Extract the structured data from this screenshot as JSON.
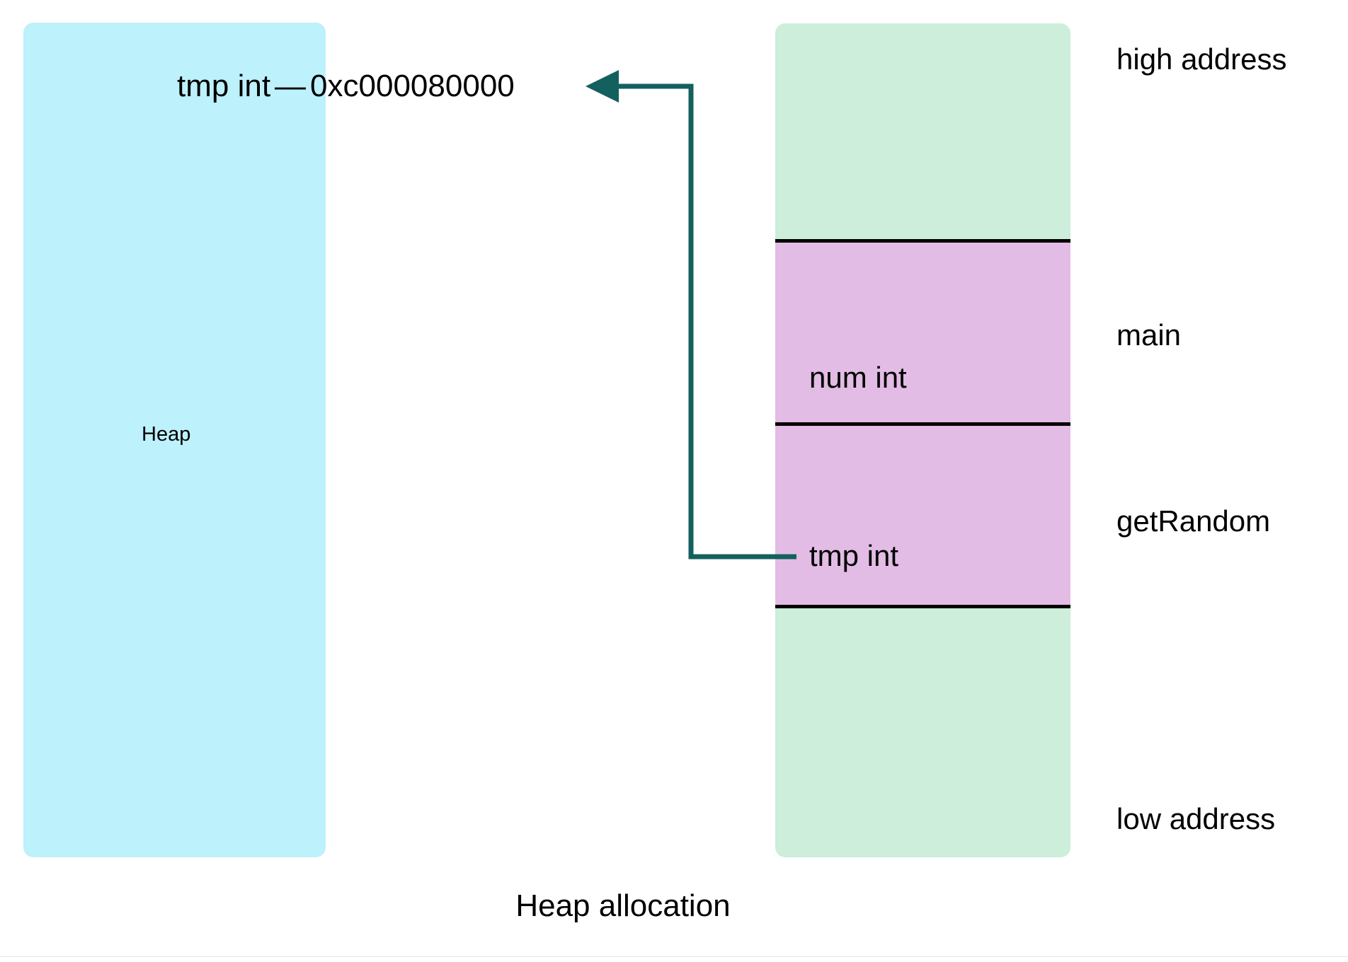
{
  "diagram": {
    "caption": "Heap allocation",
    "heap": {
      "title": "Heap",
      "allocation": {
        "variable": "tmp int",
        "separator": "—",
        "address": "0xc000080000"
      },
      "color": "#bdf1fb"
    },
    "stack": {
      "color": "#cceeda",
      "frame_color": "#e2bce4",
      "address_labels": {
        "high": "high address",
        "low": "low address"
      },
      "frames": [
        {
          "name": "main",
          "variable": "num int"
        },
        {
          "name": "getRandom",
          "variable": "tmp int"
        }
      ]
    },
    "connector": {
      "color": "#14605f",
      "from": "tmp int",
      "to": "0xc000080000",
      "arrow_direction": "left"
    }
  }
}
